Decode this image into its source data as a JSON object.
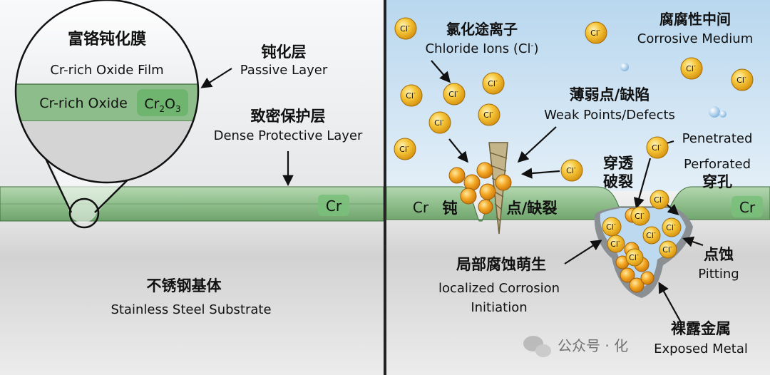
{
  "left_panel": {
    "inset": {
      "title_cn": "富铬钝化膜",
      "title_en": "Cr-rich Oxide Film",
      "band_label": "Cr-rich Oxide",
      "formula": {
        "main": "Cr",
        "sub1": "2",
        "mid": "O",
        "sub2": "3"
      }
    },
    "passive_layer": {
      "cn": "钝化层",
      "en": "Passive Layer"
    },
    "dense_layer": {
      "cn": "致密保护层",
      "en": "Dense Protective Layer"
    },
    "cr_badge": "Cr",
    "substrate": {
      "cn": "不锈钢基体",
      "en": "Stainless Steel Substrate"
    }
  },
  "right_panel": {
    "chloride": {
      "cn": "氯化途离子",
      "en": "Chloride Ions (Cl",
      "en_sup": "-",
      "en_close": ")"
    },
    "medium": {
      "cn": "腐腐性中间",
      "en": "Corrosive Medium"
    },
    "weak_points": {
      "cn": "薄弱点/缺陷",
      "en": "Weak Points/Defects"
    },
    "penetrated_en": "Penetrated",
    "perforated_en": "Perforated",
    "perforated_cn": "穿孔",
    "breakthrough_cn": [
      "穿透",
      "破裂"
    ],
    "layer_cn_left": "钝",
    "layer_cn_mid": "点/缺裂",
    "cr_left": "Cr",
    "cr_right": "Cr",
    "initiation": {
      "cn": "局部腐蚀萌生",
      "en1": "localized Corrosion",
      "en2": "Initiation"
    },
    "pitting": {
      "cn": "点蚀",
      "en": "Pitting"
    },
    "exposed": {
      "cn": "裸露金属",
      "en": "Exposed Metal"
    },
    "ion_label": "Cl",
    "ion_sup": "-"
  },
  "watermark": {
    "icon": "wechat-icon",
    "text": "公众号 · 化"
  },
  "colors": {
    "oxide_green": "#9cc79c",
    "badge_green": "#6fb56f",
    "medium_blue": "#cfe4f3",
    "ion_gold": "#f2b92e",
    "substrate_grey": "#c9c9c9"
  }
}
